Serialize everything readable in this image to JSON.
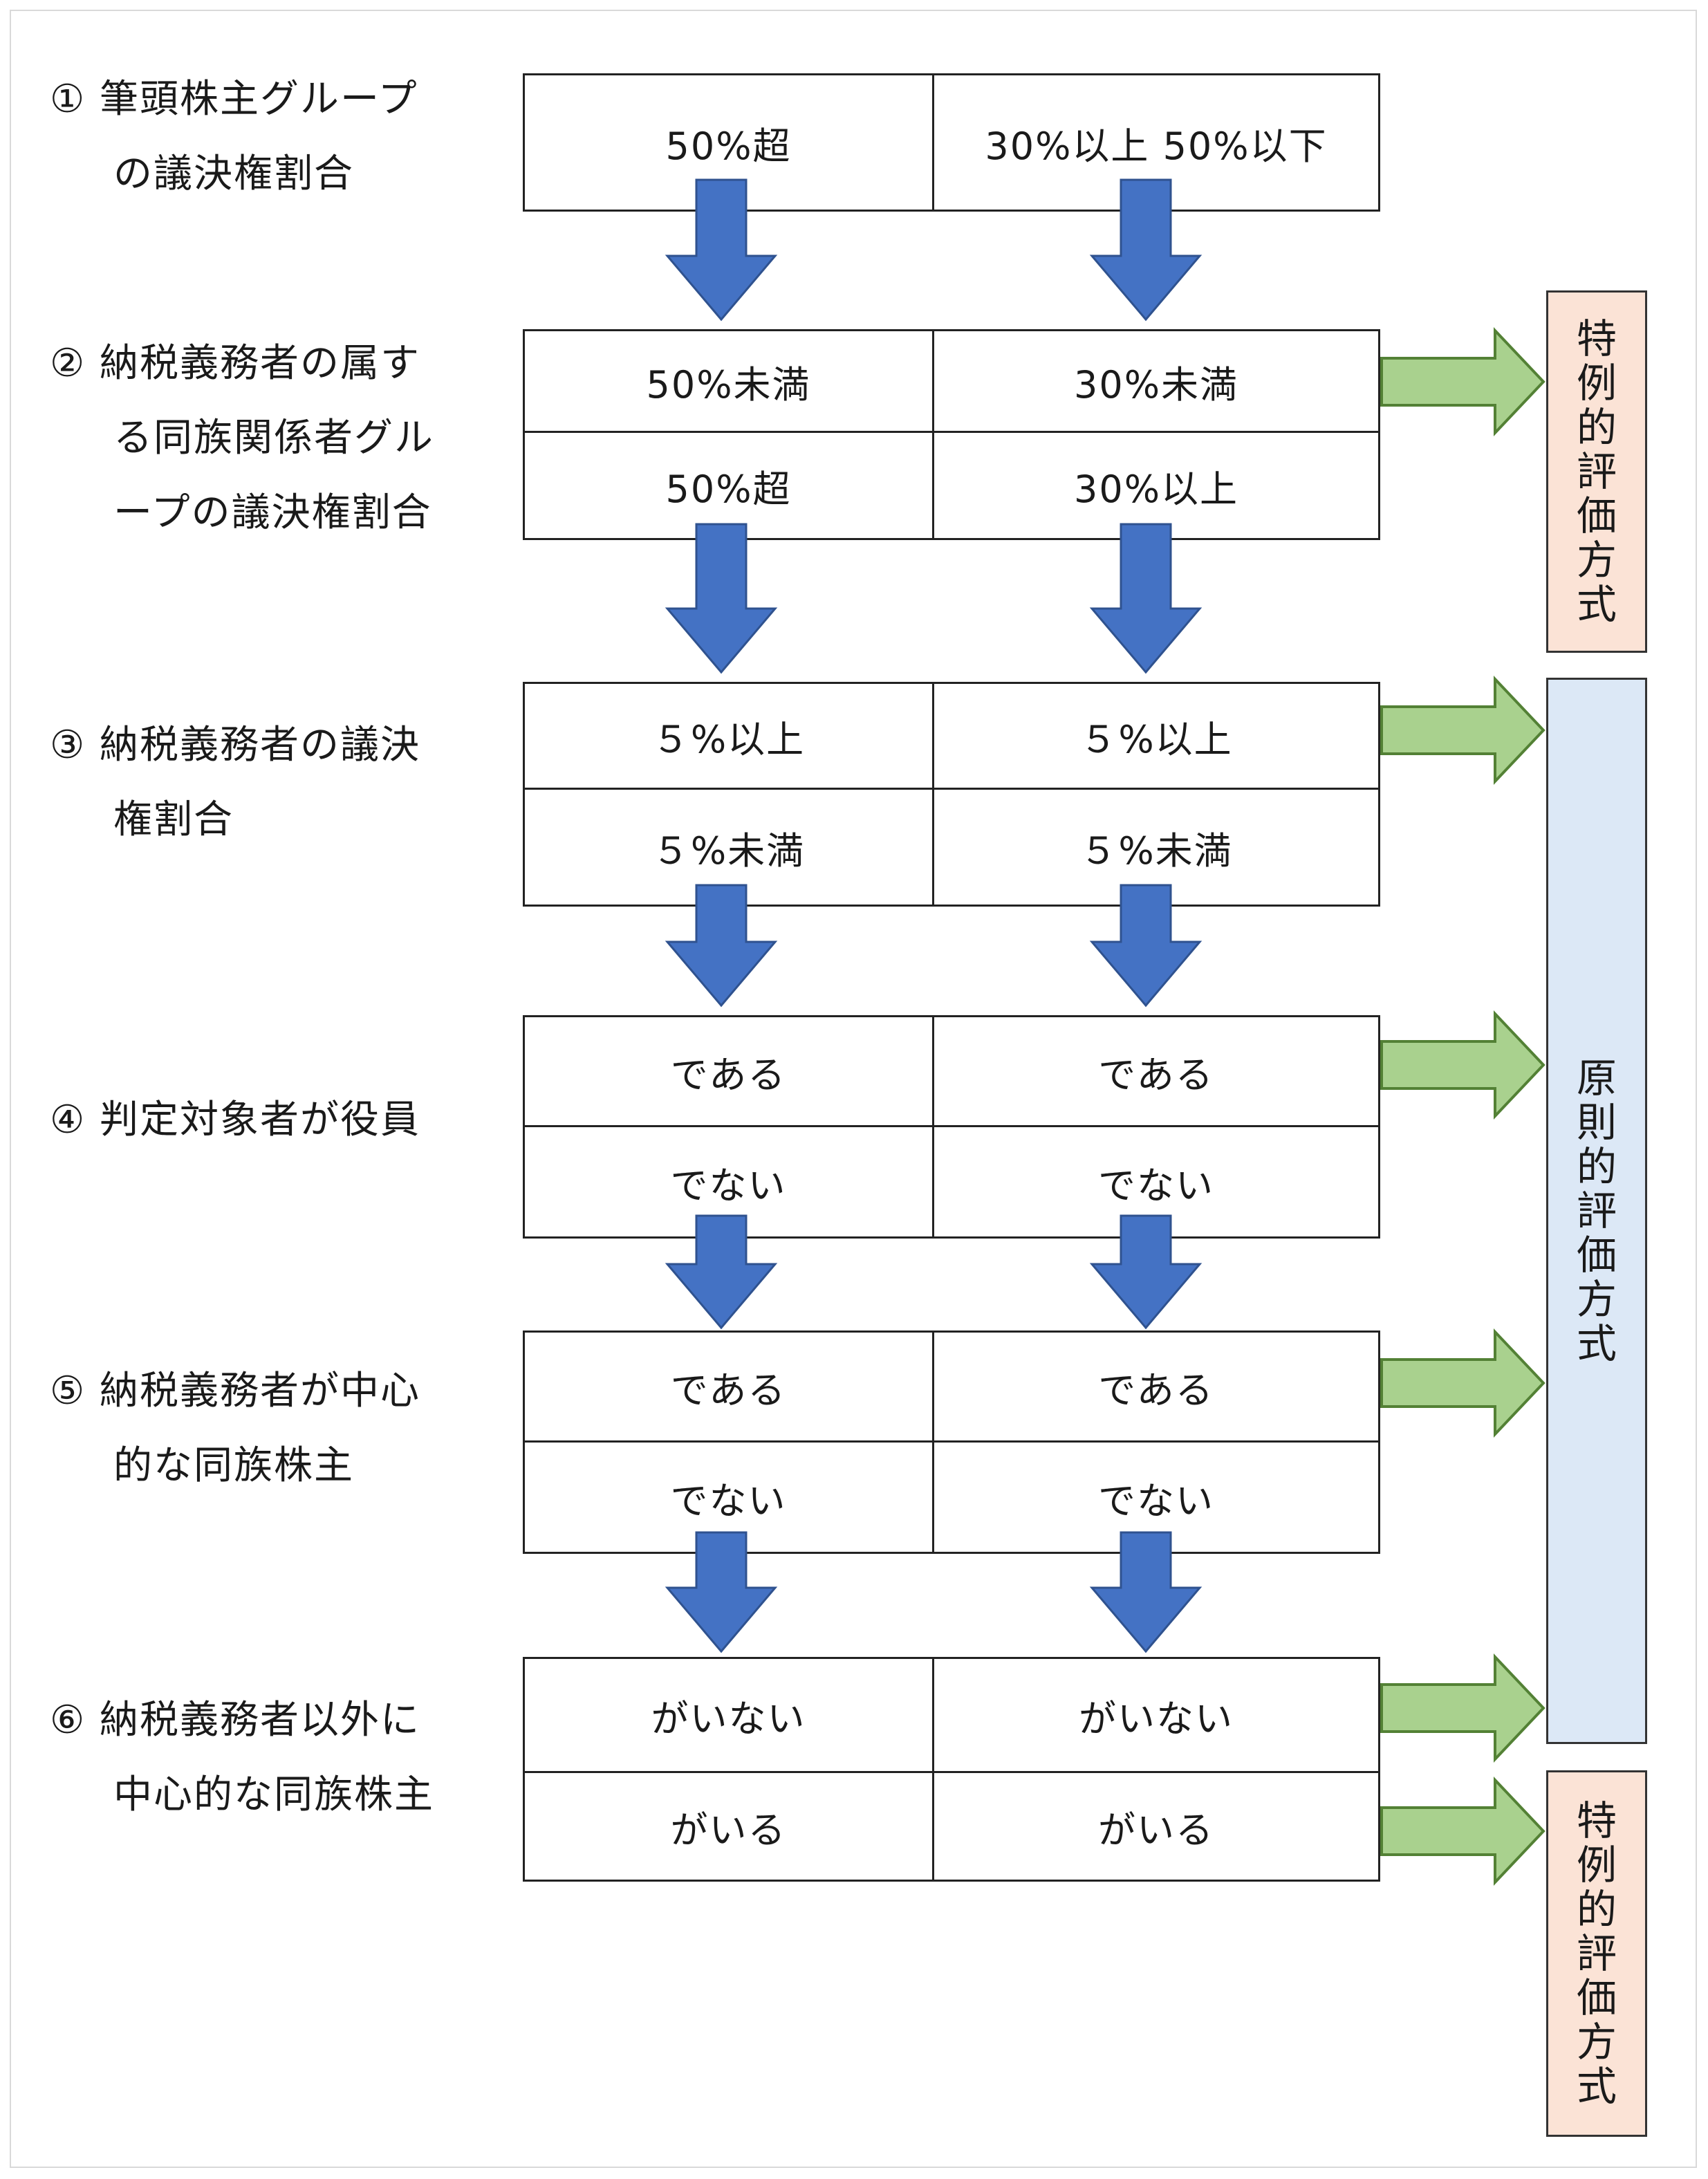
{
  "steps": [
    {
      "num": "①",
      "lines": [
        "筆頭株主グループ",
        "の議決権割合"
      ]
    },
    {
      "num": "②",
      "lines": [
        "納税義務者の属す",
        "る同族関係者グル",
        "ープの議決権割合"
      ]
    },
    {
      "num": "③",
      "lines": [
        "納税義務者の議決",
        "権割合"
      ]
    },
    {
      "num": "④",
      "lines": [
        "判定対象者が役員"
      ]
    },
    {
      "num": "⑤",
      "lines": [
        "納税義務者が中心",
        "的な同族株主"
      ]
    },
    {
      "num": "⑥",
      "lines": [
        "納税義務者以外に",
        "中心的な同族株主"
      ]
    }
  ],
  "rows": [
    {
      "left": "50%超",
      "right": "30%以上 50%以下"
    },
    {
      "left": "50%未満",
      "right": "30%未満"
    },
    {
      "left": "50%超",
      "right": "30%以上"
    },
    {
      "left": "５%以上",
      "right": "５%以上"
    },
    {
      "left": "５%未満",
      "right": "５%未満"
    },
    {
      "left": "である",
      "right": "である"
    },
    {
      "left": "でない",
      "right": "でない"
    },
    {
      "left": "である",
      "right": "である"
    },
    {
      "left": "でない",
      "right": "でない"
    },
    {
      "left": "がいない",
      "right": "がいない"
    },
    {
      "left": "がいる",
      "right": "がいる"
    }
  ],
  "results": {
    "special_top": "特例的評価方式",
    "principle": "原則的評価方式",
    "special_bottom": "特例的評価方式"
  },
  "colors": {
    "down_arrow_fill": "#4472c4",
    "down_arrow_stroke": "#2f528f",
    "right_arrow_fill": "#a9d18e",
    "right_arrow_stroke": "#538135",
    "special_bg": "#fbe3d6",
    "principle_bg": "#dce8f6"
  }
}
